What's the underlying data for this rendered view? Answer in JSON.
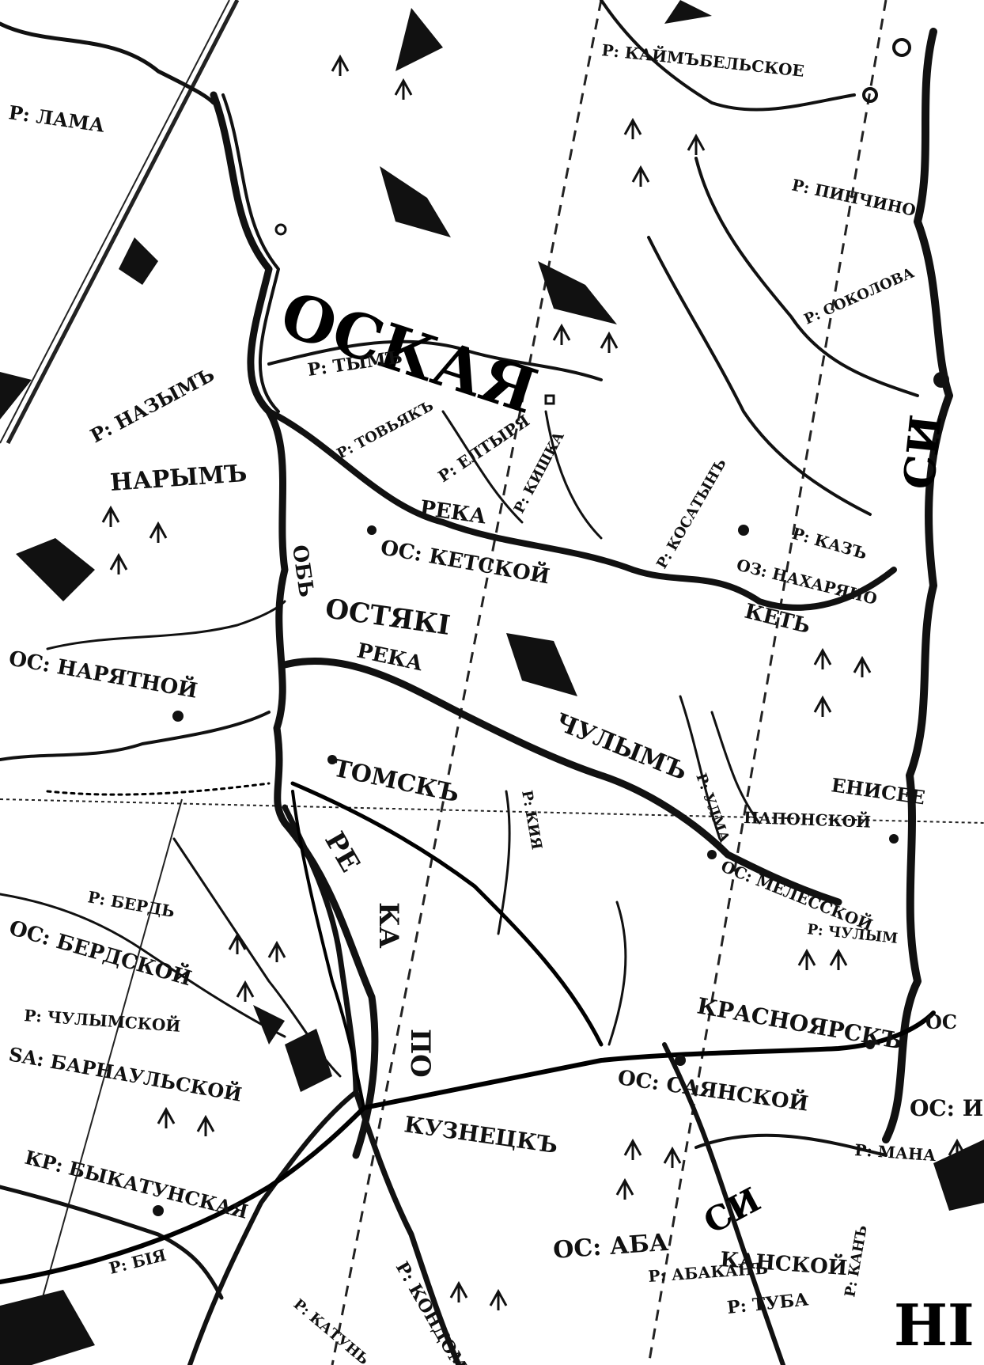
{
  "map": {
    "region_labels": [
      {
        "id": "oskaya",
        "text": "ОСКАЯ"
      },
      {
        "id": "ostyak",
        "text": "ОСТЯКІ"
      },
      {
        "id": "narym",
        "text": "НАРЫМЪ"
      },
      {
        "id": "tomsk",
        "text": "ТОМСКЪ"
      },
      {
        "id": "krasnoyarsk",
        "text": "КРАСНОЯРСКЪ"
      },
      {
        "id": "kuznetsk",
        "text": "КУЗНЕЦКЪ"
      },
      {
        "id": "chulym",
        "text": "ЧУЛЫМЪ"
      },
      {
        "id": "kett",
        "text": "КЕТЬ"
      },
      {
        "id": "sibir1",
        "text": "СИ"
      },
      {
        "id": "sibir2",
        "text": "СИ"
      }
    ],
    "river_labels": [
      {
        "id": "r_lama",
        "text": "Р: ЛАМА"
      },
      {
        "id": "r_tym",
        "text": "Р: ТЫМЪ"
      },
      {
        "id": "r_nazym",
        "text": "Р: НАЗЫМЪ"
      },
      {
        "id": "r_kaimbeskoe",
        "text": "Р: КАЙМЪБЕЛЬСКОЕ"
      },
      {
        "id": "r_pinchino",
        "text": "Р: ПИНЧИНО"
      },
      {
        "id": "r_sokolova",
        "text": "Р: СОКОЛОВА"
      },
      {
        "id": "r_tovyak",
        "text": "Р: ТОВЬЯКЪ"
      },
      {
        "id": "r_eltyrya",
        "text": "Р: ЕЛТЫРЯ"
      },
      {
        "id": "r_kischa",
        "text": "Р: КИШКА"
      },
      {
        "id": "r_kaz",
        "text": "Р: КАЗЪ"
      },
      {
        "id": "r_kosatyn",
        "text": "Р: КОСАТЫНЪ"
      },
      {
        "id": "r_tomsk_river",
        "text": "РЕКА"
      },
      {
        "id": "r_ket_reka",
        "text": "РЕКА"
      },
      {
        "id": "r_chulym_small",
        "text": "Р: ЧУЛЫМ"
      },
      {
        "id": "r_kiya",
        "text": "Р: КИЯ"
      },
      {
        "id": "r_ulma",
        "text": "Р: УЛМА"
      },
      {
        "id": "r_mana",
        "text": "Р: МАНА"
      },
      {
        "id": "r_tuba",
        "text": "Р: ТУБА"
      },
      {
        "id": "r_kan",
        "text": "Р: КАНЪ"
      },
      {
        "id": "r_abakan",
        "text": "Р: АБАКАНЪ"
      },
      {
        "id": "r_kondoma",
        "text": "Р: КОНДОМА"
      },
      {
        "id": "r_berd",
        "text": "Р: БЕРДЬ"
      },
      {
        "id": "r_bia",
        "text": "Р: БІЯ"
      },
      {
        "id": "r_katun",
        "text": "Р: КАТУНЬ"
      },
      {
        "id": "ob_1",
        "text": "ОБЬ"
      },
      {
        "id": "ob_2",
        "text": "РЕ"
      },
      {
        "id": "ob_3",
        "text": "КА"
      },
      {
        "id": "ob_4",
        "text": "ПО"
      },
      {
        "id": "enisei",
        "text": "ЕНИСЕЕ"
      }
    ],
    "settlements": [
      {
        "id": "os_ketskoy",
        "text": "ОС: КЕТСКОЙ"
      },
      {
        "id": "os_naryatnoy",
        "text": "ОС: НАРЯТНОЙ"
      },
      {
        "id": "os_berdskoy",
        "text": "ОС: БЕРДСКОЙ"
      },
      {
        "id": "os_melissky",
        "text": "ОС: МЕЛЕССКОЙ"
      },
      {
        "id": "os_sayanskoy",
        "text": "ОС: САЯНСКОЙ"
      },
      {
        "id": "os_abakan",
        "text": "ОС: АБА"
      },
      {
        "id": "bikatunsky",
        "text": "КР: БЫКАТУНСКАЯ"
      },
      {
        "id": "kanskoy",
        "text": "КАНСКОЙ"
      },
      {
        "id": "os_right",
        "text": "ОС: ИС"
      },
      {
        "id": "os_right2",
        "text": "ОС"
      },
      {
        "id": "sa_barnaulskoy",
        "text": "SA: БАРНАУЛЬСКОЙ"
      },
      {
        "id": "r_chulymskoy",
        "text": "Р: ЧУЛЫМСКОЙ"
      },
      {
        "id": "naponskoy",
        "text": "НАПОНСКОЙ"
      },
      {
        "id": "kazym",
        "text": "ОЗ: НАХАРЯНО"
      },
      {
        "id": "nishni",
        "text": "НІ"
      }
    ]
  }
}
